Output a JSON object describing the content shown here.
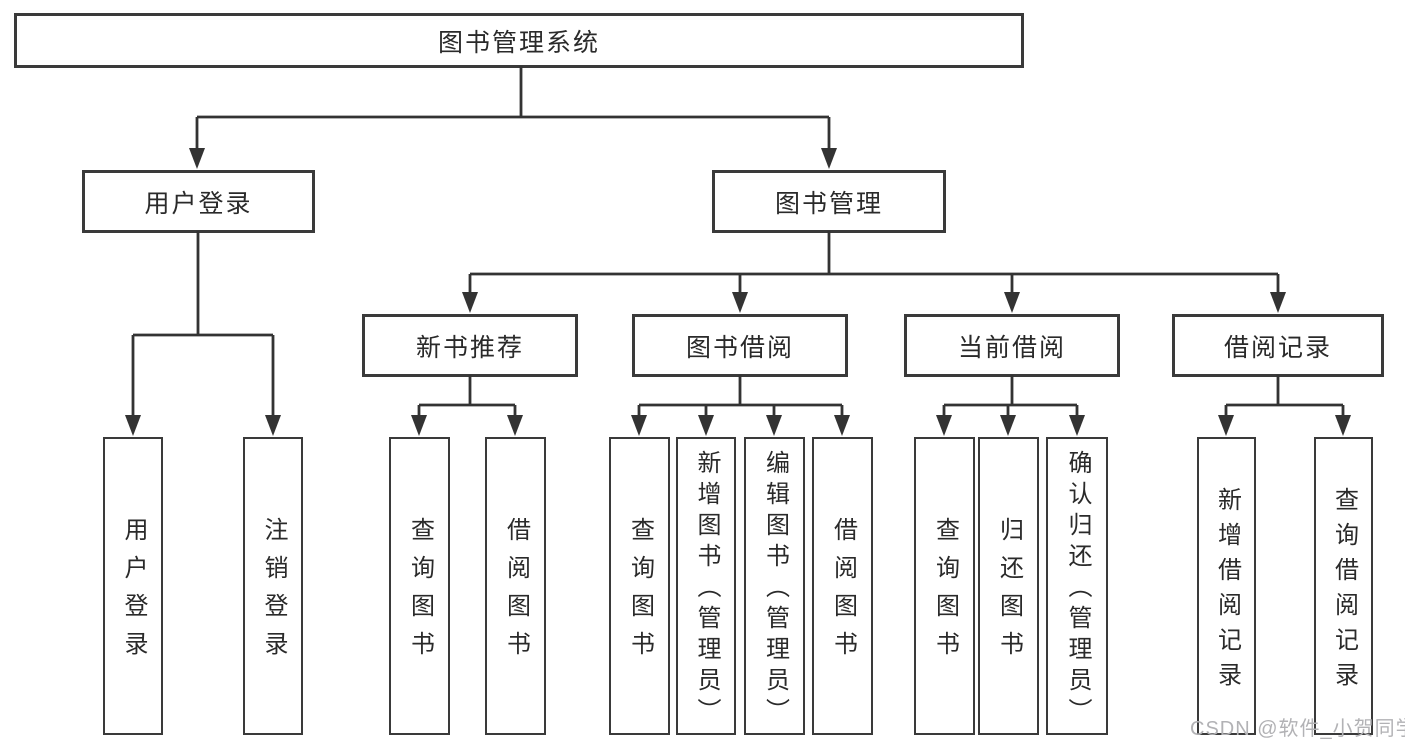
{
  "diagram": {
    "root": {
      "label": "图书管理系统"
    },
    "level2": [
      {
        "label": "用户登录",
        "parent": "图书管理系统"
      },
      {
        "label": "图书管理",
        "parent": "图书管理系统"
      }
    ],
    "level3": [
      {
        "label": "新书推荐",
        "parent": "图书管理"
      },
      {
        "label": "图书借阅",
        "parent": "图书管理"
      },
      {
        "label": "当前借阅",
        "parent": "图书管理"
      },
      {
        "label": "借阅记录",
        "parent": "图书管理"
      }
    ],
    "level4": [
      {
        "label": "用户登录",
        "parent": "用户登录"
      },
      {
        "label": "注销登录",
        "parent": "用户登录"
      },
      {
        "label": "查询图书",
        "parent": "新书推荐"
      },
      {
        "label": "借阅图书",
        "parent": "新书推荐"
      },
      {
        "label": "查询图书",
        "parent": "图书借阅"
      },
      {
        "label": "新增图书（管理员）",
        "parent": "图书借阅"
      },
      {
        "label": "编辑图书（管理员）",
        "parent": "图书借阅"
      },
      {
        "label": "借阅图书",
        "parent": "图书借阅"
      },
      {
        "label": "查询图书",
        "parent": "当前借阅"
      },
      {
        "label": "归还图书",
        "parent": "当前借阅"
      },
      {
        "label": "确认归还（管理员）",
        "parent": "当前借阅"
      },
      {
        "label": "新增借阅记录",
        "parent": "借阅记录"
      },
      {
        "label": "查询借阅记录",
        "parent": "借阅记录"
      }
    ],
    "watermark": "CSDN @软件_小贺同学",
    "colors": {
      "line": "#333333",
      "box_border": "#3a3a3a",
      "text": "#2a2a2a",
      "watermark": "#b2b2b5",
      "background": "#ffffff"
    }
  }
}
